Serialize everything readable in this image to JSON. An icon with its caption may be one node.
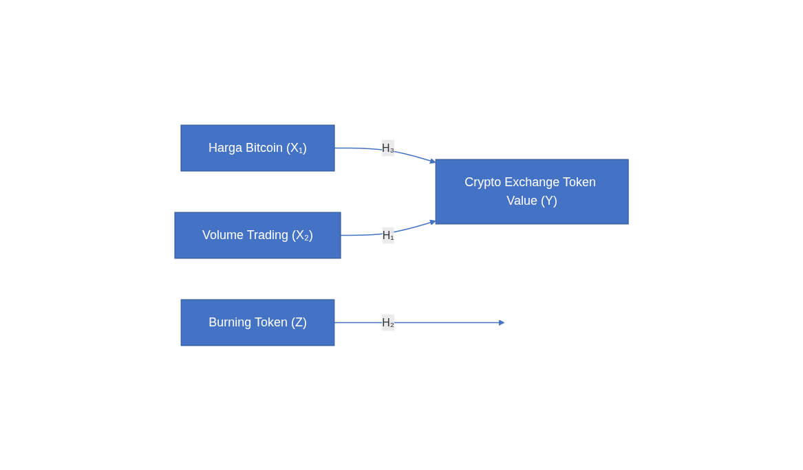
{
  "diagram": {
    "nodes": [
      {
        "text": [
          "Harga Bitcoin (X₁)"
        ]
      },
      {
        "text": [
          "Crypto Exchange Token Value (Y)"
        ]
      },
      {
        "text": [
          "Volume Trading (X₂)"
        ]
      },
      {
        "text": [
          "Burning Token (Z)"
        ]
      }
    ],
    "edges": [
      {
        "from": 0,
        "to": 1,
        "arrow": "to",
        "label": "H₃"
      },
      {
        "from": 2,
        "to": 1,
        "arrow": "to",
        "label": "H₁"
      },
      {
        "from": 3,
        "to": null,
        "arrow": "to",
        "label": "H₂"
      }
    ]
  }
}
